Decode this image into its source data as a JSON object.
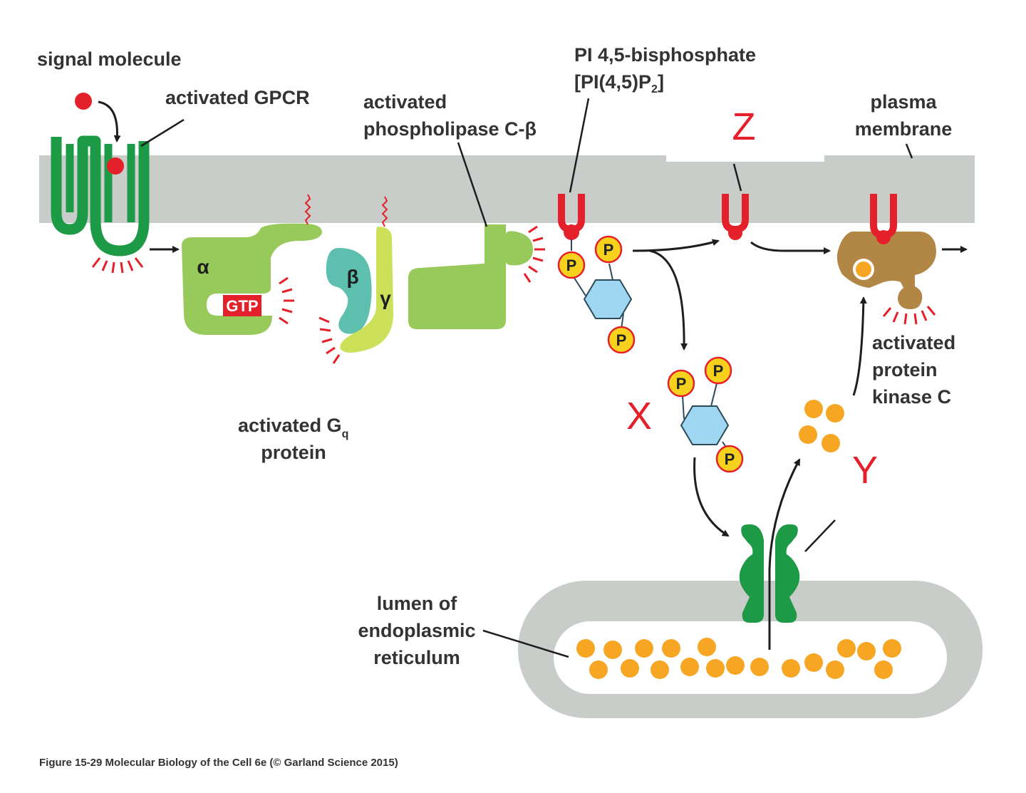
{
  "labels": {
    "signal_molecule": "signal molecule",
    "activated_gpcr": "activated GPCR",
    "activated_plc_1": "activated",
    "activated_plc_2": "phospholipase C-β",
    "pip2_1": "PI 4,5-bisphosphate",
    "pip2_2_main": "[PI(4,5)P",
    "pip2_2_sub": "2",
    "pip2_2_end": "]",
    "plasma_1": "plasma",
    "plasma_2": "membrane",
    "gq_main": "activated G",
    "gq_sub": "q",
    "gq_2": "protein",
    "pkc_1": "activated",
    "pkc_2": "protein",
    "pkc_3": "kinase C",
    "er_1": "lumen of",
    "er_2": "endoplasmic",
    "er_3": "reticulum",
    "caption": "Figure 15-29  Molecular Biology of the Cell 6e (© Garland Science 2015)"
  },
  "markers": {
    "z": "Z",
    "x": "X",
    "y": "Y"
  },
  "subunits": {
    "alpha": "α",
    "beta": "β",
    "gamma": "γ",
    "gtp": "GTP"
  },
  "phosphate": "P",
  "colors": {
    "membrane": "#c8cdc9",
    "receptor_green": "#1d9a46",
    "gq_light_green": "#97c95b",
    "beta_teal": "#5dbfad",
    "gamma_yellow_green": "#cde05a",
    "red": "#e4202a",
    "phosphate_yellow": "#f6d21e",
    "inositol_blue": "#9fd7f2",
    "calcium_orange": "#f7a623",
    "pkc_brown": "#b28746",
    "marker_red": "#e4202a"
  }
}
